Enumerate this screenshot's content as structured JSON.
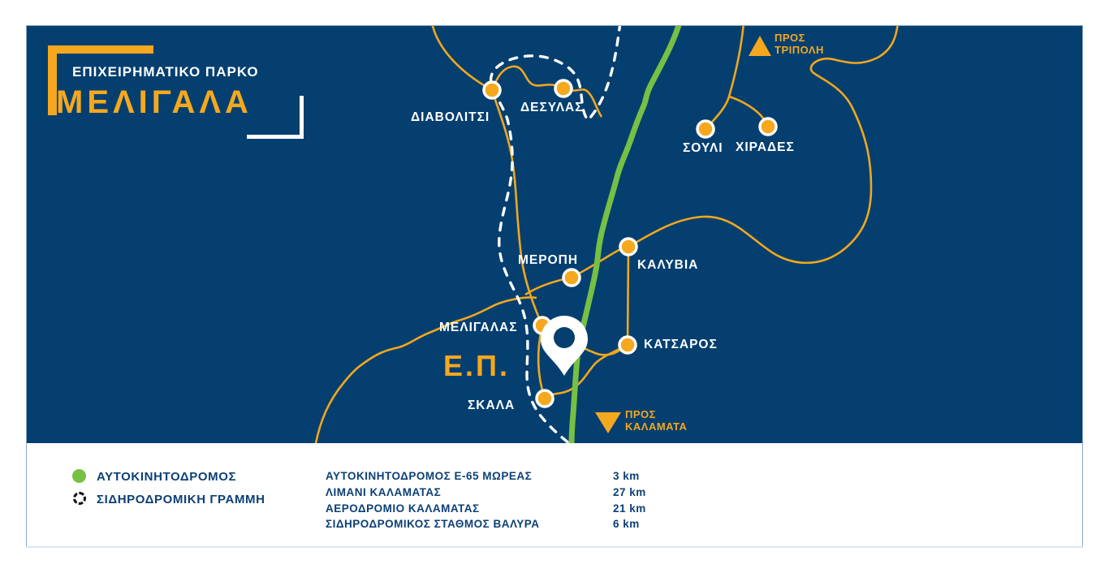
{
  "colors": {
    "navy": "#043f70",
    "yellow": "#f5a81e",
    "green": "#76c043",
    "white": "#ffffff",
    "railblack": "#141414",
    "border": "#8aa8c6",
    "legendtext": "#0c4075"
  },
  "brand": {
    "line1": "ΕΠΙΧΕΙΡΗΜΑΤΙΚΟ ΠΑΡΚΟ",
    "line2": "ΜΕΛΙΓΑΛΑ"
  },
  "map": {
    "park_label": "Ε.Π.",
    "towns": [
      {
        "name": "ΔΙΑΒΟΛΙΤΣΙ"
      },
      {
        "name": "ΔΕΣΥΛΑΣ"
      },
      {
        "name": "ΣΟΥΛΙ"
      },
      {
        "name": "ΧΙΡΑΔΕΣ"
      },
      {
        "name": "ΜΕΡΟΠΗ"
      },
      {
        "name": "ΚΑΛΥΒΙΑ"
      },
      {
        "name": "ΜΕΛΙΓΑΛΑΣ"
      },
      {
        "name": "ΚΑΤΣΑΡΟΣ"
      },
      {
        "name": "ΣΚΑΛΑ"
      }
    ],
    "directions": [
      {
        "line1": "ΠΡΟΣ",
        "line2": "ΤΡΙΠΟΛΗ",
        "arrow": "up"
      },
      {
        "line1": "ΠΡΟΣ",
        "line2": "ΚΑΛΑΜΑΤΑ",
        "arrow": "down"
      }
    ]
  },
  "legend": {
    "items": [
      {
        "symbol": "highway-dot",
        "label": "ΑΥΤΟΚΙΝΗΤΟΔΡΟΜΟΣ"
      },
      {
        "symbol": "railway-dashed-circle",
        "label": "ΣΙΔΗΡΟΔΡΟΜΙΚΗ ΓΡΑΜΜΗ"
      }
    ]
  },
  "distances": [
    {
      "label": "ΑΥΤΟΚΙΝΗΤΟΔΡΟΜΟΣ Ε-65 ΜΩΡΕΑΣ",
      "value": "3 km"
    },
    {
      "label": "ΛΙΜΑΝΙ ΚΑΛΑΜΑΤΑΣ",
      "value": "27 km"
    },
    {
      "label": "ΑΕΡΟΔΡΟΜΙΟ ΚΑΛΑΜΑΤΑΣ",
      "value": "21 km"
    },
    {
      "label": "ΣΙΔΗΡΟΔΡΟΜΙΚΟΣ ΣΤΑΘΜΟΣ ΒΑΛΥΡΑ",
      "value": "6 km"
    }
  ]
}
